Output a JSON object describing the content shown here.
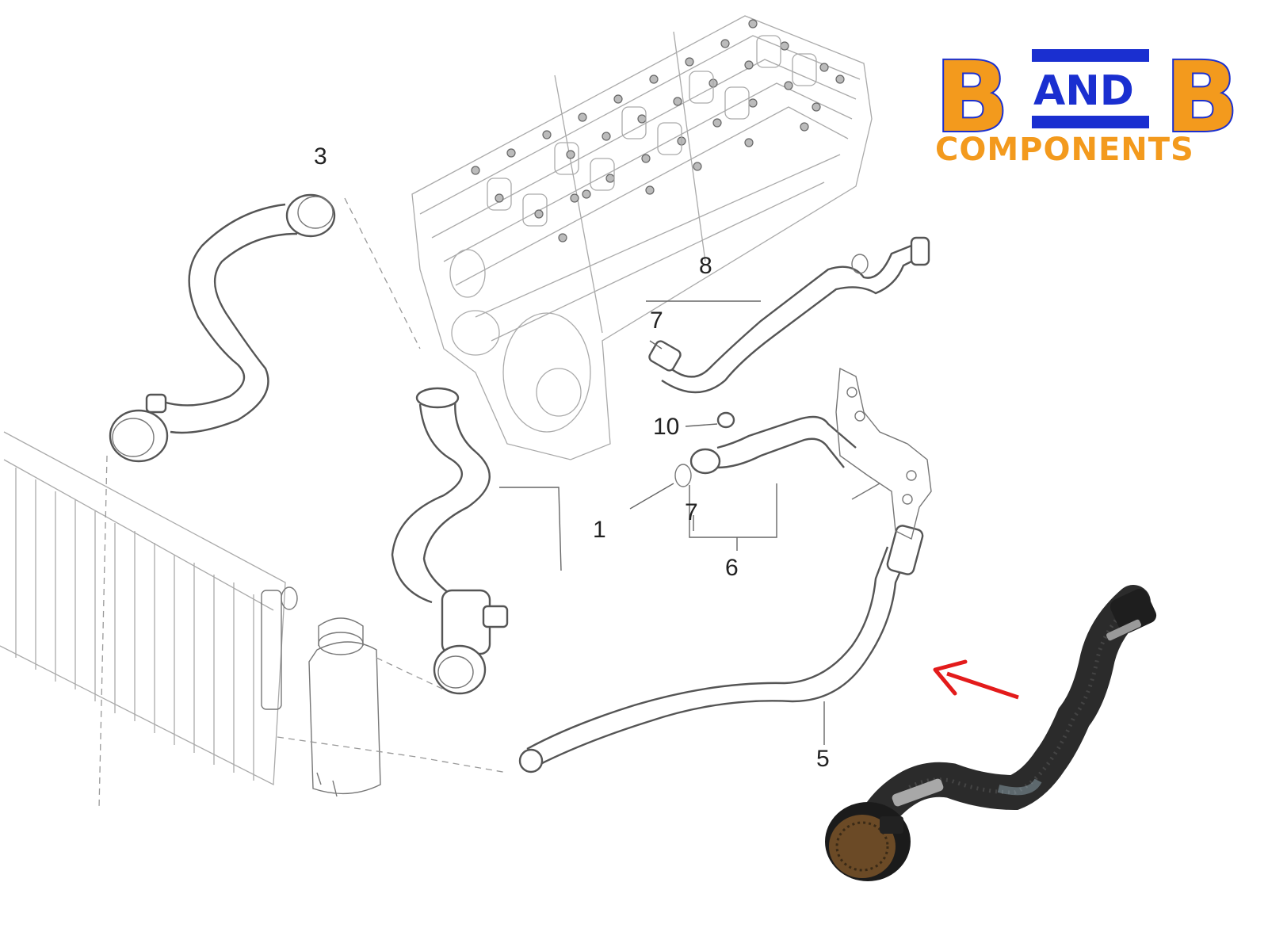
{
  "logo": {
    "letter_left": "B",
    "word_middle": "AND",
    "letter_right": "B",
    "subtitle": "COMPONENTS",
    "colors": {
      "orange": "#f39a1d",
      "blue": "#1a2fd0"
    }
  },
  "callouts": {
    "part_1": "1",
    "part_3": "3",
    "part_5": "5",
    "part_6": "6",
    "part_7_upper": "7",
    "part_7_lower": "7",
    "part_8": "8",
    "part_10": "10"
  },
  "arrow_color": "#e31b1b",
  "photo_hose_color": "#2b2b2b"
}
